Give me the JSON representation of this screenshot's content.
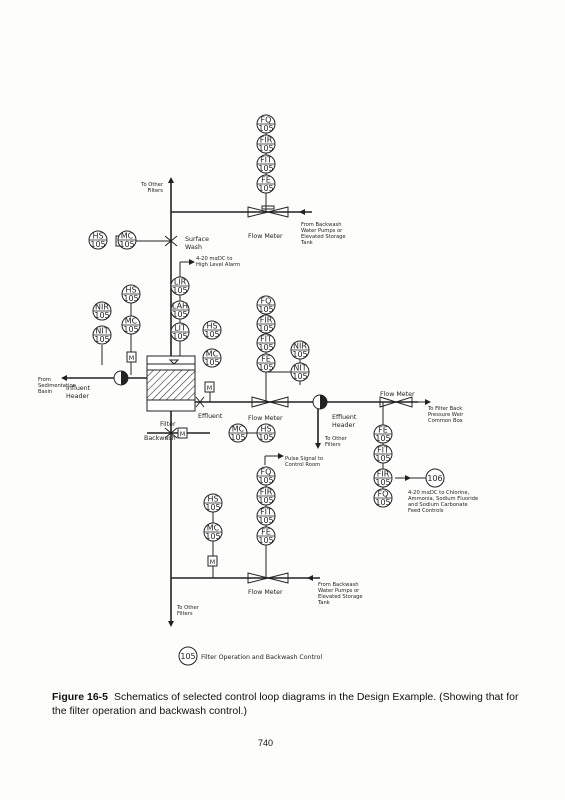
{
  "instruments": [
    {
      "tag": "FQ",
      "loop": "105"
    },
    {
      "tag": "FIR",
      "loop": "105"
    },
    {
      "tag": "FIT",
      "loop": "105"
    },
    {
      "tag": "FE",
      "loop": "105"
    },
    {
      "tag": "HS",
      "loop": "105"
    },
    {
      "tag": "MC",
      "loop": "105"
    },
    {
      "tag": "HS",
      "loop": "105"
    },
    {
      "tag": "NIR",
      "loop": "105"
    },
    {
      "tag": "MC",
      "loop": "105"
    },
    {
      "tag": "NIT",
      "loop": "105"
    },
    {
      "tag": "LIR",
      "loop": "105"
    },
    {
      "tag": "LAH",
      "loop": "105"
    },
    {
      "tag": "LIT",
      "loop": "105"
    },
    {
      "tag": "HS",
      "loop": "105"
    },
    {
      "tag": "MC",
      "loop": "105"
    },
    {
      "tag": "FQ",
      "loop": "105"
    },
    {
      "tag": "FIR",
      "loop": "105"
    },
    {
      "tag": "FIT",
      "loop": "105"
    },
    {
      "tag": "FE",
      "loop": "105"
    },
    {
      "tag": "NIR",
      "loop": "105"
    },
    {
      "tag": "NIT",
      "loop": "105"
    },
    {
      "tag": "MC",
      "loop": "105"
    },
    {
      "tag": "HS",
      "loop": "105"
    },
    {
      "tag": "FE",
      "loop": "105"
    },
    {
      "tag": "FIT",
      "loop": "105"
    },
    {
      "tag": "FIR",
      "loop": "105"
    },
    {
      "tag": "FQ",
      "loop": "105"
    },
    {
      "tag": "FQ",
      "loop": "105"
    },
    {
      "tag": "FIR",
      "loop": "105"
    },
    {
      "tag": "FIT",
      "loop": "105"
    },
    {
      "tag": "FE",
      "loop": "105"
    },
    {
      "tag": "HS",
      "loop": "105"
    },
    {
      "tag": "MC",
      "loop": "105"
    }
  ],
  "bubble_106": "106",
  "bubble_legend": "105",
  "motor": "M",
  "labels": {
    "to_other_filters": "To Other Filters",
    "surface_wash": "Surface Wash",
    "flow_meter": "Flow Meter",
    "from_backwash_top": "From Backwash Water Pumps or Elevated Storage Tank",
    "high_level_alarm": "4-20 mαDC to High Level Alarm",
    "from_sedimentation": "From Sedimentation Basin",
    "influent_header": "Influent Header",
    "filter": "Filter",
    "effluent": "Effluent",
    "backwash": "Backwash",
    "effluent_header": "Effluent Header",
    "to_other_filters_mid": "To Other Filters",
    "to_filter_back_pressure": "To Filter Back Pressure Weir Common Box",
    "chemical_controls": "4-20 mαDC to Chlorine, Ammonia, Sodium Fluoride and Sodium Carbonate Feed Controls",
    "pulse_signal": "Pulse Signal to Control Room",
    "from_backwash_bottom": "From Backwash Water Pumps or Elevated Storage Tank",
    "to_other_filters_bottom": "To Other Filters",
    "legend": "Filter Operation and Backwash Control"
  },
  "caption": {
    "figure": "Figure 16-5",
    "text": "Schematics of selected control loop diagrams in the Design Example. (Showing that for the filter operation and backwash control.)"
  },
  "page_number": "740"
}
